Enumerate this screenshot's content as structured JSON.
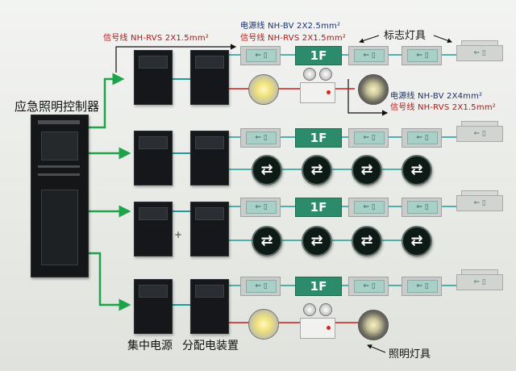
{
  "title": "应急照明控制器",
  "labels": {
    "power_line_top": "电源线  NH-BV  2X2.5mm²",
    "signal_line_top": "信号线  NH-RVS  2X1.5mm²",
    "signal_line_left": "信号线  NH-RVS  2X1.5mm²",
    "power_line_mid": "电源线  NH-BV  2X4mm²",
    "signal_line_mid": "信号线  NH-RVS  2X1.5mm²",
    "sign_fixtures": "标志灯具",
    "central_power": "集中电源",
    "distribution": "分配电装置",
    "lighting_fixtures": "照明灯具"
  },
  "symbols": {
    "floor": "1F",
    "arrow": "⇄",
    "exit_glyph": "⇐ ▯"
  },
  "colors": {
    "signal_line": "#1ea34a",
    "power_line": "#cc1a1a",
    "feeder_line": "#1c9c9a",
    "floor_sign": "#2c8b6a"
  }
}
